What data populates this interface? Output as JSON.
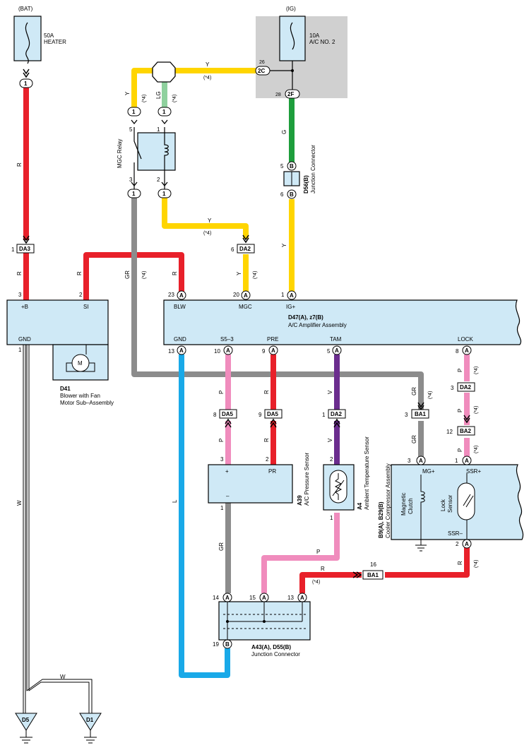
{
  "colors": {
    "R": "#e8202a",
    "Y": "#ffd500",
    "G": "#1e9e3c",
    "LG": "#8fd19e",
    "GR": "#8c8c8c",
    "P": "#f08cbd",
    "V": "#6b2d8e",
    "L": "#19a9e8",
    "W": "#ffffff",
    "box": "#cfe9f6",
    "ig_shade": "#d0d0d0"
  },
  "power": {
    "bat_label": "(BAT)",
    "bat_fuse_rating": "50A",
    "bat_fuse_name": "HEATER",
    "bat_pin": "1",
    "ig_label": "(IG)",
    "ig_fuse_rating": "10A",
    "ig_fuse_name": "A/C NO. 2",
    "ig_pin_2c_num": "26",
    "ig_pin_2c": "2C",
    "ig_pin_2f_num": "28",
    "ig_pin_2f": "2F"
  },
  "wires": {
    "r": "R",
    "y": "Y",
    "g": "G",
    "lg": "LG",
    "gr": "GR",
    "p": "P",
    "v": "V",
    "l": "L",
    "w": "W",
    "note": "(*4)"
  },
  "mgc_relay": {
    "title": "MGC Relay",
    "p5": "5",
    "p1": "1",
    "p3": "3",
    "p2": "2",
    "c1": "1",
    "c2": "1",
    "c3": "1",
    "c4": "1"
  },
  "jc_d56": {
    "id": "D56(B)",
    "name": "Junction Connector",
    "p5": "5",
    "p6": "6",
    "pin": "B"
  },
  "connectors": {
    "da3_num": "1",
    "da3": "DA3",
    "da2a_num": "6",
    "da2a": "DA2",
    "da5a_num": "8",
    "da5a": "DA5",
    "da5b_num": "9",
    "da5b": "DA5",
    "da2b_num": "1",
    "da2b": "DA2",
    "da2c_num": "3",
    "da2c": "DA2",
    "ba2_num": "12",
    "ba2": "BA2",
    "ba1a_num": "3",
    "ba1a": "BA1",
    "ba1b_num": "16",
    "ba1b": "BA1"
  },
  "blower": {
    "id": "D41",
    "name1": "Blower with Fan",
    "name2": "Motor Sub–Assembly",
    "pin_b_num": "3",
    "pin_b": "+B",
    "pin_si_num": "2",
    "pin_si": "SI",
    "pin_gnd": "GND",
    "pin_gnd_num": "1",
    "motor": "M"
  },
  "amplifier": {
    "id": "D47(A), z7(B)",
    "name": "A/C Amplifier Assembly",
    "blw_num": "23",
    "blw": "BLW",
    "mgc_num": "20",
    "mgc": "MGC",
    "ig_num": "1",
    "ig": "IG+",
    "gnd_num": "13",
    "gnd": "GND",
    "s53_num": "10",
    "s53": "S5–3",
    "pre_num": "9",
    "pre": "PRE",
    "tam_num": "5",
    "tam": "TAM",
    "lock_num": "8",
    "lock": "LOCK",
    "pin": "A"
  },
  "pressure": {
    "id": "A39",
    "name": "A/C Pressure Sensor",
    "plus_num": "3",
    "plus": "+",
    "pr_num": "2",
    "pr": "PR",
    "minus": "–",
    "minus_num": "1"
  },
  "ambient": {
    "id": "A4",
    "name": "Ambient Temperature Sensor",
    "p2": "2",
    "p1": "1"
  },
  "compressor": {
    "id": "B9(A), B29(B)",
    "name": "Cooler Compressor Assembly",
    "mg_num": "3",
    "mg": "MG+",
    "ssrp_num": "1",
    "ssrp": "SSR+",
    "ssrm": "SSR–",
    "ssrm_num": "2",
    "clutch1": "Magnetic",
    "clutch2": "Clutch",
    "lock1": "Lock",
    "lock2": "Sensor",
    "pin": "A"
  },
  "jc_a43": {
    "id": "A43(A), D55(B)",
    "name": "Junction Connector",
    "p14": "14",
    "p15": "15",
    "p13": "13",
    "p19": "19",
    "pin_a": "A",
    "pin_b": "B"
  },
  "grounds": {
    "d5": "D5",
    "d1": "D1"
  }
}
